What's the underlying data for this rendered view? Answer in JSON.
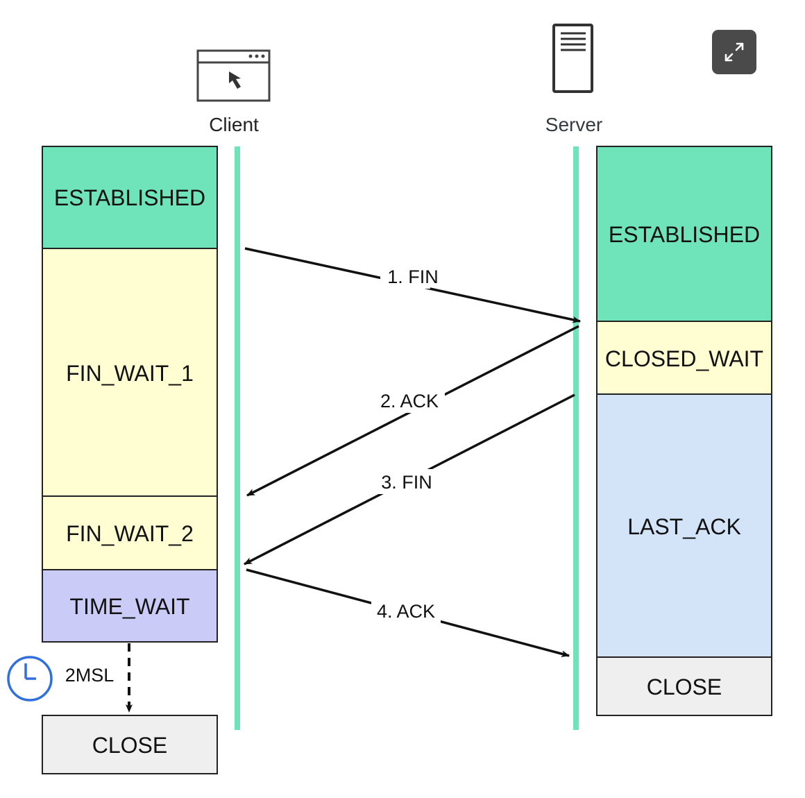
{
  "colors": {
    "established": "#6fe3b9",
    "fin_wait": "#fffed3",
    "time_wait": "#cbcbf7",
    "last_ack": "#d3e4f9",
    "close": "#efefef",
    "timeline": "#6fe3b9",
    "clock": "#2f6fe0",
    "expand_button": "#4a4a4a"
  },
  "client": {
    "label": "Client",
    "icon": "browser-window-icon",
    "states": {
      "established": "ESTABLISHED",
      "fin_wait_1": "FIN_WAIT_1",
      "fin_wait_2": "FIN_WAIT_2",
      "time_wait": "TIME_WAIT",
      "close": "CLOSE"
    },
    "timer_label": "2MSL",
    "timer_icon": "clock-icon"
  },
  "server": {
    "label": "Server",
    "icon": "server-icon",
    "states": {
      "established": "ESTABLISHED",
      "closed_wait": "CLOSED_WAIT",
      "last_ack": "LAST_ACK",
      "close": "CLOSE"
    }
  },
  "messages": {
    "m1": "1. FIN",
    "m2": "2. ACK",
    "m3": "3. FIN",
    "m4": "4. ACK"
  },
  "toolbar": {
    "expand_icon": "expand-icon"
  }
}
